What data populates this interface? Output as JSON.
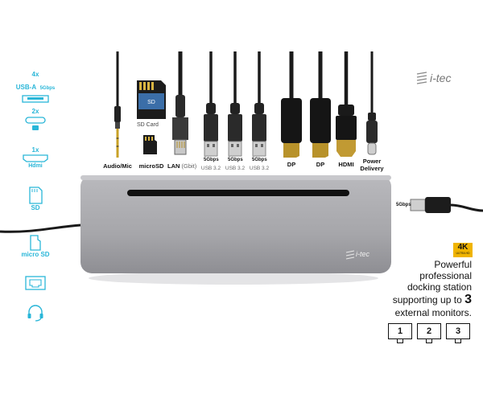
{
  "brand": {
    "logo_text": "i-tec",
    "device_logo_text": "i-tec"
  },
  "left_features": [
    {
      "count": "4x",
      "label": "USB-A",
      "badge": "5Gbps",
      "icon": "usb-a-port-icon"
    },
    {
      "count": "2x",
      "label": "",
      "icon": "usb-c-port-icon"
    },
    {
      "count": "1x",
      "label": "Hdmi",
      "icon": "hdmi-port-icon"
    },
    {
      "count": "",
      "label": "SD",
      "icon": "sd-card-icon"
    },
    {
      "count": "",
      "label": "micro SD",
      "icon": "micro-sd-icon"
    },
    {
      "count": "",
      "label": "",
      "icon": "ethernet-port-icon"
    },
    {
      "count": "",
      "label": "",
      "icon": "headset-icon"
    }
  ],
  "ports": [
    {
      "label": "Audio/Mic"
    },
    {
      "label": "microSD"
    },
    {
      "label": "LAN",
      "sub": "(Gbit)"
    },
    {
      "label": "USB 3.2",
      "speed": "5Gbps"
    },
    {
      "label": "USB 3.2",
      "speed": "5Gbps"
    },
    {
      "label": "USB 3.2",
      "speed": "5Gbps"
    },
    {
      "label": "DP"
    },
    {
      "label": "DP"
    },
    {
      "label": "HDMI"
    },
    {
      "label": "Power",
      "label2": "Delivery"
    }
  ],
  "sd_card_label": "SD Card",
  "side_cable_speed": "5Gbps",
  "resolution_badge": {
    "big": "4K",
    "small": "ULTRA HD"
  },
  "tagline": {
    "line1": "Powerful",
    "line2": "professional",
    "line3": "docking station",
    "line4_prefix": "supporting up to",
    "line4_number": "3",
    "line5": "external monitors."
  },
  "monitors": [
    "1",
    "2",
    "3"
  ],
  "colors": {
    "accent": "#29b6d8",
    "device": "#a9a9ad",
    "cable": "#1a1a1a"
  }
}
